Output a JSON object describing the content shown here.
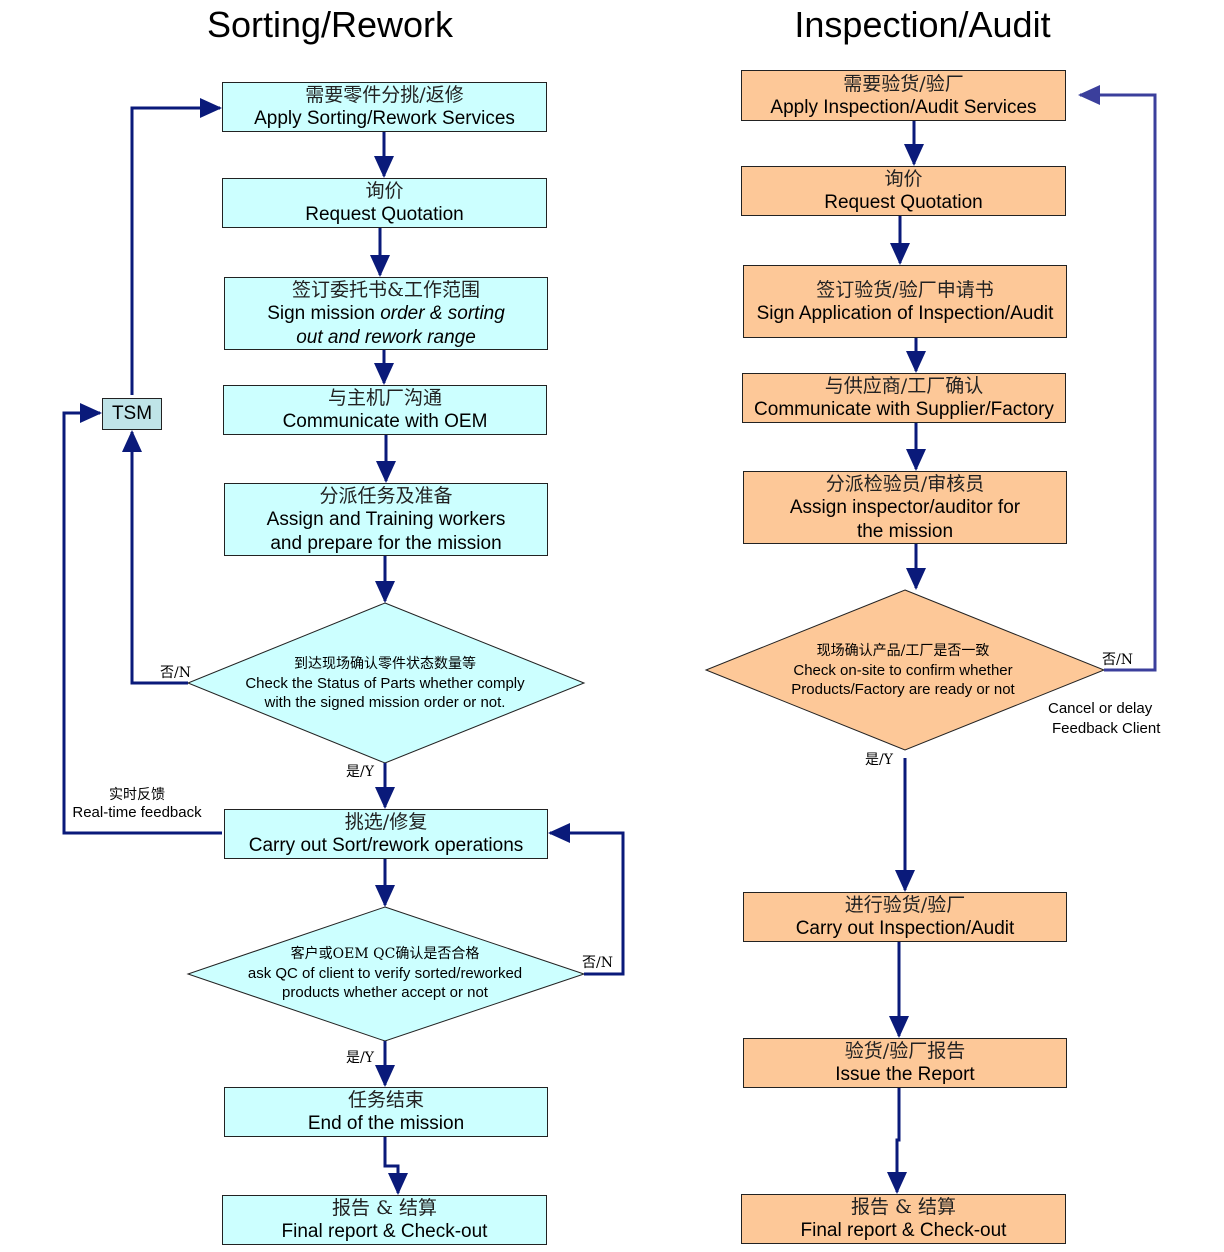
{
  "titles": {
    "left": "Sorting/Rework",
    "right": "Inspection/Audit"
  },
  "left": {
    "apply": {
      "zh": "需要零件分挑/返修",
      "en": "Apply Sorting/Rework Services"
    },
    "quote": {
      "zh": "询价",
      "en": "Request Quotation"
    },
    "sign": {
      "zh": "签订委托书&工作范围",
      "en1": "Sign mission ",
      "en1_italic": "order & sorting",
      "en2_italic": "out and rework range"
    },
    "oem": {
      "zh": "与主机厂沟通",
      "en": "Communicate with OEM"
    },
    "assign": {
      "zh": "分派任务及准备",
      "en1": "Assign and Training workers",
      "en2": "and prepare for the mission"
    },
    "check": {
      "zh": "到达现场确认零件状态数量等",
      "en1": "Check the Status of Parts whether comply",
      "en2": "with the signed mission order or not."
    },
    "carry": {
      "zh": "挑选/修复",
      "en": "Carry out Sort/rework operations"
    },
    "qc": {
      "zh": "客户或OEM QC确认是否合格",
      "en1": "ask QC of client to verify sorted/reworked",
      "en2": "products whether accept or not"
    },
    "end": {
      "zh": "任务结束",
      "en": "End of the mission"
    },
    "final": {
      "zh": "报告 & 结算",
      "en": "Final report & Check-out"
    },
    "tsm": "TSM",
    "feedback_zh": "实时反馈",
    "feedback_en": "Real-time feedback",
    "no1": "否/N",
    "yes1": "是/Y",
    "no2": "否/N",
    "yes2": "是/Y"
  },
  "right": {
    "apply": {
      "zh": "需要验货/验厂",
      "en": "Apply Inspection/Audit Services"
    },
    "quote": {
      "zh": "询价",
      "en": "Request Quotation"
    },
    "sign": {
      "zh": "签订验货/验厂申请书",
      "en": "Sign Application of Inspection/Audit"
    },
    "confirm": {
      "zh": "与供应商/工厂确认",
      "en": "Communicate with Supplier/Factory"
    },
    "assign": {
      "zh": "分派检验员/审核员",
      "en1": "Assign inspector/auditor for",
      "en2": "the mission"
    },
    "check": {
      "zh": "现场确认产品/工厂是否一致",
      "en1": "Check on-site to confirm whether",
      "en2": "Products/Factory are ready or not"
    },
    "carry": {
      "zh": "进行验货/验厂",
      "en": "Carry out Inspection/Audit"
    },
    "report": {
      "zh": "验货/验厂报告",
      "en": "Issue the Report"
    },
    "final": {
      "zh": "报告 & 结算",
      "en": "Final report & Check-out"
    },
    "no": "否/N",
    "yes": "是/Y",
    "cancel1": "Cancel or delay",
    "cancel2": "Feedback Client"
  },
  "colors": {
    "left_fill": "#ccffff",
    "right_fill": "#fdc898",
    "arrow": "#0a1a7a",
    "feedback_line": "#3b3f9c"
  }
}
